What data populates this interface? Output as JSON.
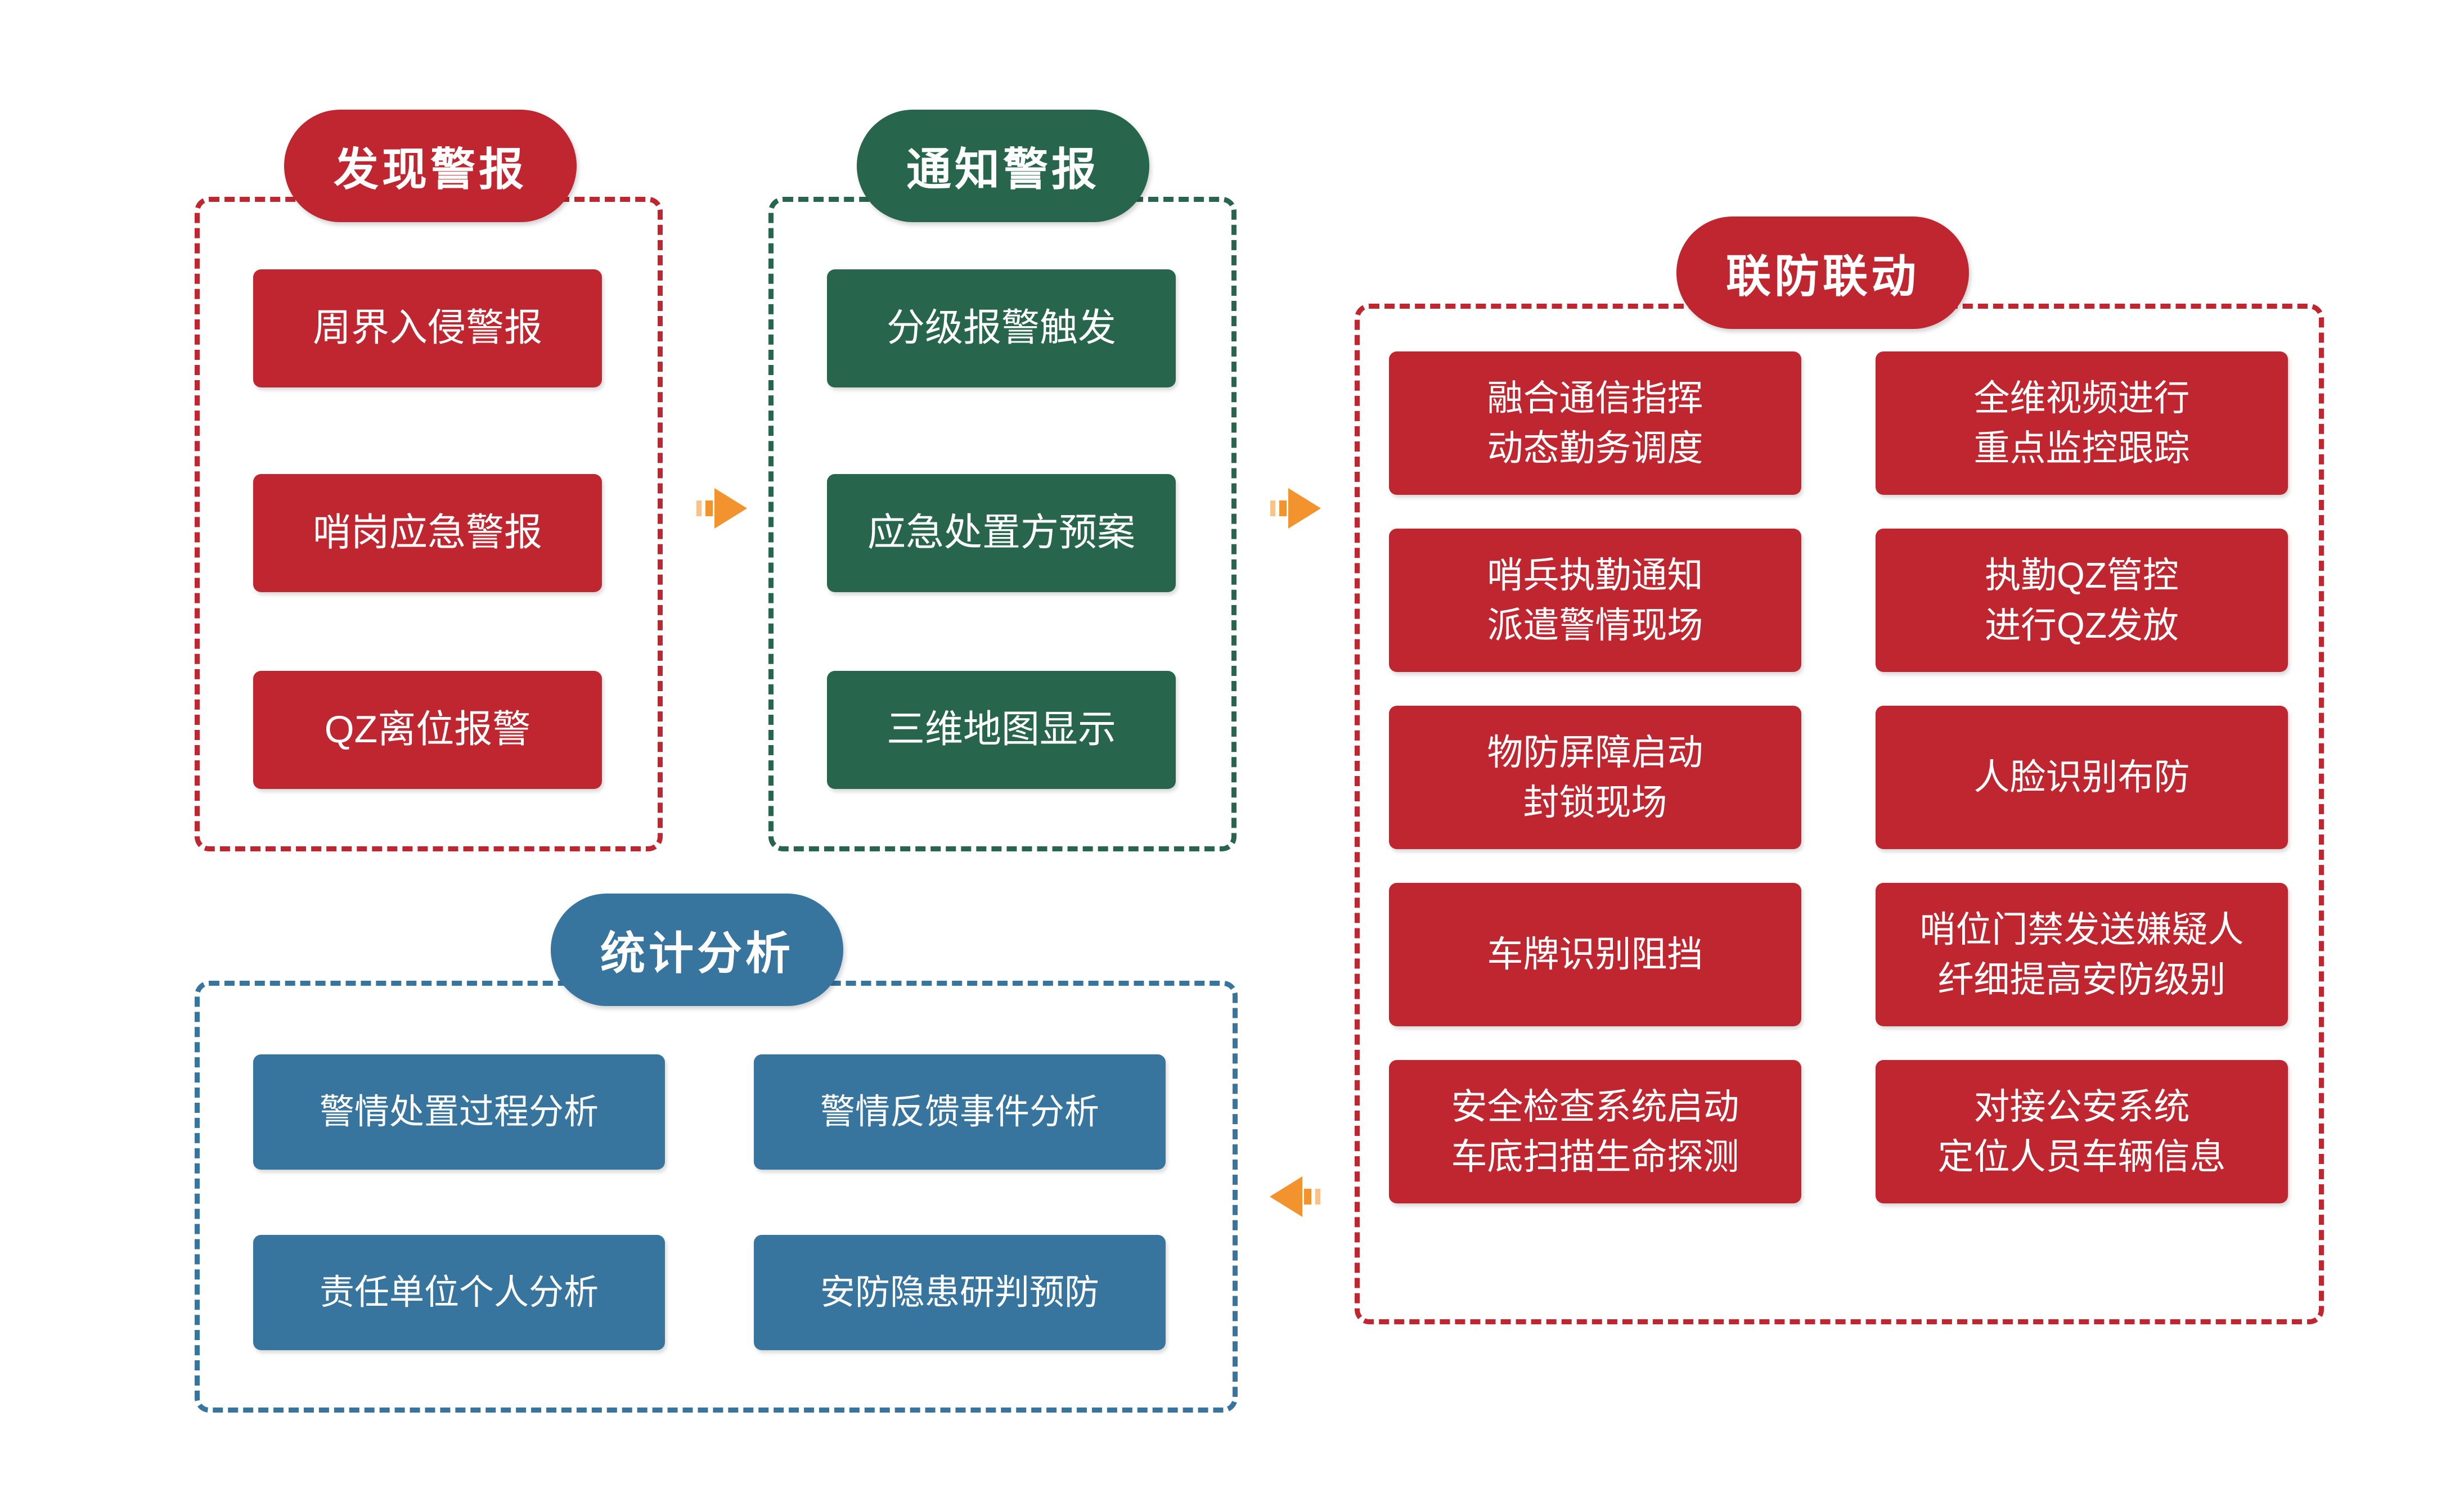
{
  "palette": {
    "red": "#C02630",
    "green": "#27664C",
    "blue": "#37749E",
    "orange": "#F2932D",
    "orange_light": "#F8C28A",
    "text": "#FFFFFF",
    "background": "#FFFFFF"
  },
  "sections": {
    "discover": {
      "title": "发现警报",
      "items": [
        "周界入侵警报",
        "哨岗应急警报",
        "QZ离位报警"
      ]
    },
    "notify": {
      "title": "通知警报",
      "items": [
        "分级报警触发",
        "应急处置方预案",
        "三维地图显示"
      ]
    },
    "linkage": {
      "title": "联防联动",
      "cells": [
        "融合通信指挥\n动态勤务调度",
        "全维视频进行\n重点监控跟踪",
        "哨兵执勤通知\n派遣警情现场",
        "执勤QZ管控\n进行QZ发放",
        "物防屏障启动\n封锁现场",
        "人脸识别布防",
        "车牌识别阻挡",
        "哨位门禁发送嫌疑人\n纤细提高安防级别",
        "安全检查系统启动\n车底扫描生命探测",
        "对接公安系统\n定位人员车辆信息"
      ]
    },
    "stats": {
      "title": "统计分析",
      "cells": [
        "警情处置过程分析",
        "警情反馈事件分析",
        "责任单位个人分析",
        "安防隐患研判预防"
      ]
    }
  },
  "arrows": [
    {
      "name": "flow-arrow-1",
      "direction": "right"
    },
    {
      "name": "flow-arrow-2",
      "direction": "right"
    },
    {
      "name": "flow-arrow-3",
      "direction": "left"
    }
  ]
}
